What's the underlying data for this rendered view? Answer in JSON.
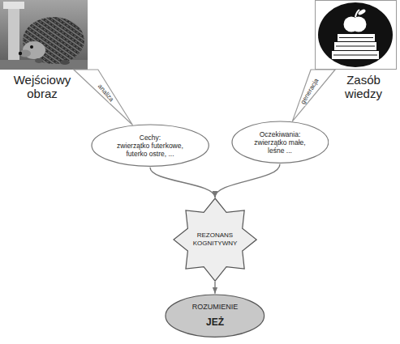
{
  "diagram": {
    "nodes": [
      {
        "text": [
          "Wejściowy obraz"
        ]
      },
      {
        "text": [
          "Zasób wiedzy"
        ]
      },
      {
        "text": [
          "Cechy:",
          "zwierzątko futerkowe, futerko ostre, ..."
        ]
      },
      {
        "text": [
          "Oczekiwania:",
          "zwierzątko małe, leśne ..."
        ]
      },
      {
        "text": [
          "REZONANS KOGNITYWNY"
        ]
      },
      {
        "text": [
          "ROZUMIENIE",
          "JEŻ"
        ]
      }
    ],
    "edges": [
      {
        "from": 0,
        "to": 2,
        "arrow": "to",
        "label": "analiza"
      },
      {
        "from": 1,
        "to": 3,
        "arrow": "to",
        "label": "generacja"
      },
      {
        "from": 2,
        "to": 4,
        "arrow": "to"
      },
      {
        "from": 3,
        "to": 4,
        "arrow": "to"
      },
      {
        "from": 4,
        "to": 5,
        "arrow": "to"
      }
    ]
  }
}
